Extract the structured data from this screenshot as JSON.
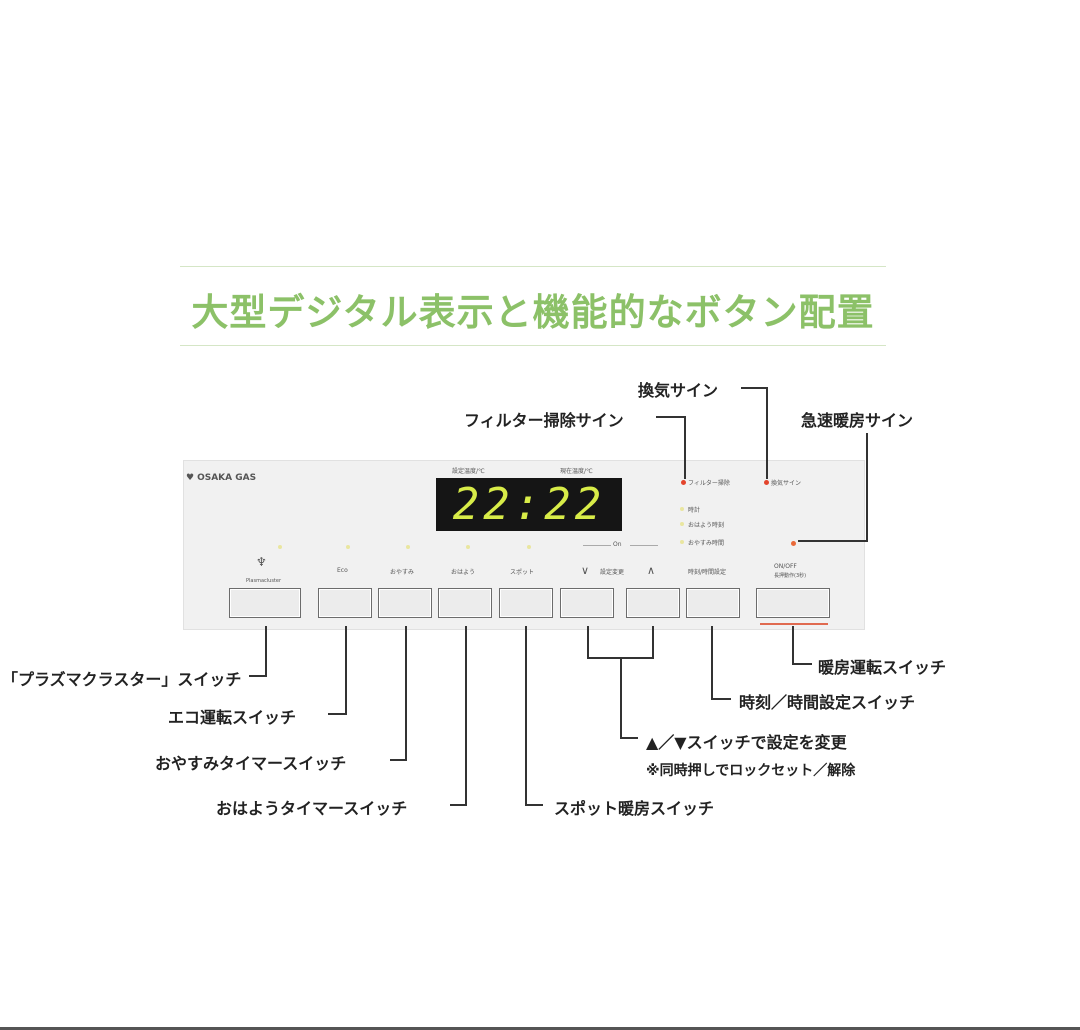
{
  "heading": "大型デジタル表示と機能的なボタン配置",
  "panel": {
    "brand": "OSAKA GAS",
    "display_label_left": "設定温度/℃",
    "display_label_right": "現在温度/℃",
    "time": "22:22",
    "indicators": {
      "filter": "フィルター掃除",
      "ventilation": "換気サイン",
      "clock": "時計",
      "ohayou": "おはよう時刻",
      "oyasumi": "おやすみ時間"
    },
    "on_label": "On"
  },
  "buttons": [
    {
      "label": "Plasmacluster"
    },
    {
      "label": "Eco"
    },
    {
      "label": "おやすみ"
    },
    {
      "label": "おはよう"
    },
    {
      "label": "スポット"
    },
    {
      "label": "∨"
    },
    {
      "label": "設定変更"
    },
    {
      "label": "∧"
    },
    {
      "label": "時刻/時間設定"
    },
    {
      "label": "ON/OFF"
    },
    {
      "label": "長押動作(3秒)"
    }
  ],
  "callouts": {
    "ventilation_sign": "換気サイン",
    "filter_sign": "フィルター掃除サイン",
    "rapid_heating_sign": "急速暖房サイン",
    "plasmacluster": "「プラズマクラスター」スイッチ",
    "eco": "エコ運転スイッチ",
    "oyasumi_timer": "おやすみタイマースイッチ",
    "ohayou_timer": "おはようタイマースイッチ",
    "spot_heating": "スポット暖房スイッチ",
    "updown": "▲／▼スイッチで設定を変更",
    "updown_note": "※同時押しでロックセット／解除",
    "clock_setting": "時刻／時間設定スイッチ",
    "heating_operation": "暖房運転スイッチ"
  }
}
